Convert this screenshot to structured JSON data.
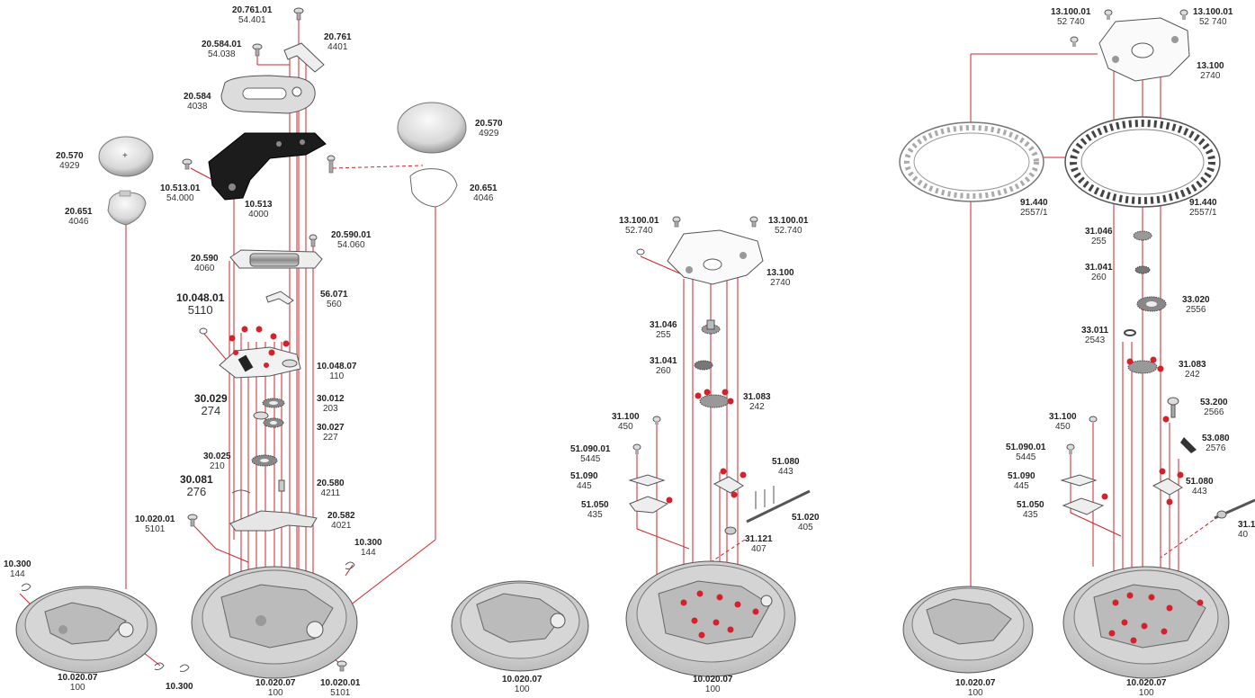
{
  "colors": {
    "leader": "#d3232a",
    "part_stroke": "#555555",
    "plate_fill": "#e9e9e9",
    "red_dot": "#d3232a"
  },
  "panels": {
    "one": {
      "labels": [
        {
          "part": "20.761.01",
          "code": "54.401"
        },
        {
          "part": "20.761",
          "code": "4401"
        },
        {
          "part": "20.584.01",
          "code": "54.038"
        },
        {
          "part": "20.584",
          "code": "4038"
        },
        {
          "part": "20.570",
          "code": "4929"
        },
        {
          "part": "20.651",
          "code": "4046"
        },
        {
          "part": "10.513.01",
          "code": "54.000"
        },
        {
          "part": "10.513",
          "code": "4000"
        },
        {
          "part": "20.590",
          "code": "4060"
        },
        {
          "part": "20.590.01",
          "code": "54.060"
        },
        {
          "part": "10.048.01",
          "code": "5110"
        },
        {
          "part": "56.071",
          "code": "560"
        },
        {
          "part": "10.048.07",
          "code": "110"
        },
        {
          "part": "30.029",
          "code": "274"
        },
        {
          "part": "30.012",
          "code": "203"
        },
        {
          "part": "30.027",
          "code": "227"
        },
        {
          "part": "30.025",
          "code": "210"
        },
        {
          "part": "30.081",
          "code": "276"
        },
        {
          "part": "20.580",
          "code": "4211"
        },
        {
          "part": "20.582",
          "code": "4021"
        },
        {
          "part": "10.020.01",
          "code": "5101"
        },
        {
          "part": "10.300",
          "code": "144"
        },
        {
          "part": "20.570",
          "code": "4929"
        },
        {
          "part": "20.651",
          "code": "4046"
        },
        {
          "part": "10.300",
          "code": "144"
        },
        {
          "part": "10.020.07",
          "code": "100"
        },
        {
          "part": "10.300",
          "code": ""
        },
        {
          "part": "10.020.07",
          "code": "100"
        },
        {
          "part": "10.020.01",
          "code": "5101"
        }
      ]
    },
    "two": {
      "labels": [
        {
          "part": "13.100.01",
          "code": "52.740"
        },
        {
          "part": "13.100.01",
          "code": "52.740"
        },
        {
          "part": "13.100",
          "code": "2740"
        },
        {
          "part": "31.046",
          "code": "255"
        },
        {
          "part": "31.041",
          "code": "260"
        },
        {
          "part": "31.083",
          "code": "242"
        },
        {
          "part": "31.100",
          "code": "450"
        },
        {
          "part": "51.090.01",
          "code": "5445"
        },
        {
          "part": "51.090",
          "code": "445"
        },
        {
          "part": "51.050",
          "code": "435"
        },
        {
          "part": "51.080",
          "code": "443"
        },
        {
          "part": "51.020",
          "code": "405"
        },
        {
          "part": "31.121",
          "code": "407"
        },
        {
          "part": "10.020.07",
          "code": "100"
        },
        {
          "part": "10.020.07",
          "code": "100"
        }
      ]
    },
    "three": {
      "labels": [
        {
          "part": "13.100.01",
          "code": "52 740"
        },
        {
          "part": "13.100.01",
          "code": "52 740"
        },
        {
          "part": "13.100",
          "code": "2740"
        },
        {
          "part": "91.440",
          "code": "2557/1"
        },
        {
          "part": "91.440",
          "code": "2557/1"
        },
        {
          "part": "31.046",
          "code": "255"
        },
        {
          "part": "31.041",
          "code": "260"
        },
        {
          "part": "33.020",
          "code": "2556"
        },
        {
          "part": "33.011",
          "code": "2543"
        },
        {
          "part": "31.083",
          "code": "242"
        },
        {
          "part": "53.200",
          "code": "2566"
        },
        {
          "part": "31.100",
          "code": "450"
        },
        {
          "part": "53.080",
          "code": "2576"
        },
        {
          "part": "51.090.01",
          "code": "5445"
        },
        {
          "part": "51.090",
          "code": "445"
        },
        {
          "part": "51.080",
          "code": "443"
        },
        {
          "part": "51.050",
          "code": "435"
        },
        {
          "part": "31.1",
          "code": "40"
        },
        {
          "part": "10.020.07",
          "code": "100"
        },
        {
          "part": "10.020.07",
          "code": "100"
        }
      ]
    }
  }
}
